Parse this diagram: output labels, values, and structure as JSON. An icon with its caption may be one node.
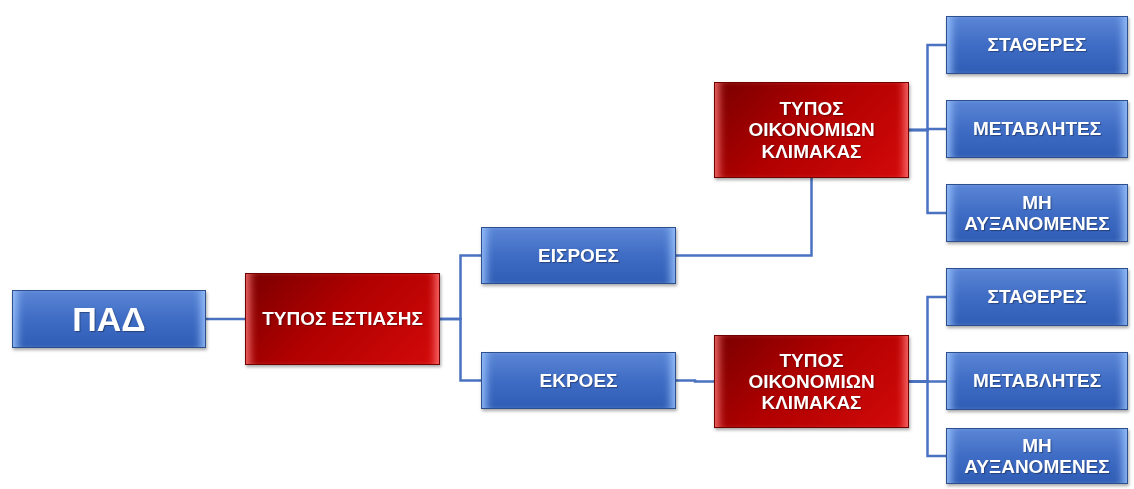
{
  "diagram": {
    "nodes": [
      {
        "text": [
          "ΠΑΔ"
        ]
      },
      {
        "text": [
          "ΤΥΠΟΣ ΕΣΤΙΑΣΗΣ"
        ]
      },
      {
        "text": [
          "ΕΙΣΡΟΕΣ"
        ]
      },
      {
        "text": [
          "ΕΚΡΟΕΣ"
        ]
      },
      {
        "text": [
          "ΤΥΠΟΣ ΟΙΚΟΝΟΜΙΩΝ ΚΛΙΜΑΚΑΣ"
        ]
      },
      {
        "text": [
          "ΣΤΑΘΕΡΕΣ"
        ]
      },
      {
        "text": [
          "ΜΕΤΑΒΛΗΤΕΣ"
        ]
      },
      {
        "text": [
          "ΜΗ ΑΥΞΑΝΟΜΕΝΕΣ"
        ]
      },
      {
        "text": [
          "ΤΥΠΟΣ ΟΙΚΟΝΟΜΙΩΝ ΚΛΙΜΑΚΑΣ"
        ]
      },
      {
        "text": [
          "ΣΤΑΘΕΡΕΣ"
        ]
      },
      {
        "text": [
          "ΜΕΤΑΒΛΗΤΕΣ"
        ]
      },
      {
        "text": [
          "ΜΗ ΑΥΞΑΝΟΜΕΝΕΣ"
        ]
      }
    ],
    "edges": [
      {
        "from": 0,
        "to": 1,
        "arrow": "none"
      },
      {
        "from": 1,
        "to": 2,
        "arrow": "none"
      },
      {
        "from": 1,
        "to": 3,
        "arrow": "none"
      },
      {
        "from": 2,
        "to": 4,
        "arrow": "none"
      },
      {
        "from": 4,
        "to": 5,
        "arrow": "none"
      },
      {
        "from": 4,
        "to": 6,
        "arrow": "none"
      },
      {
        "from": 4,
        "to": 7,
        "arrow": "none"
      },
      {
        "from": 3,
        "to": 8,
        "arrow": "none"
      },
      {
        "from": 8,
        "to": 9,
        "arrow": "none"
      },
      {
        "from": 8,
        "to": 10,
        "arrow": "none"
      },
      {
        "from": 8,
        "to": 11,
        "arrow": "none"
      }
    ]
  }
}
